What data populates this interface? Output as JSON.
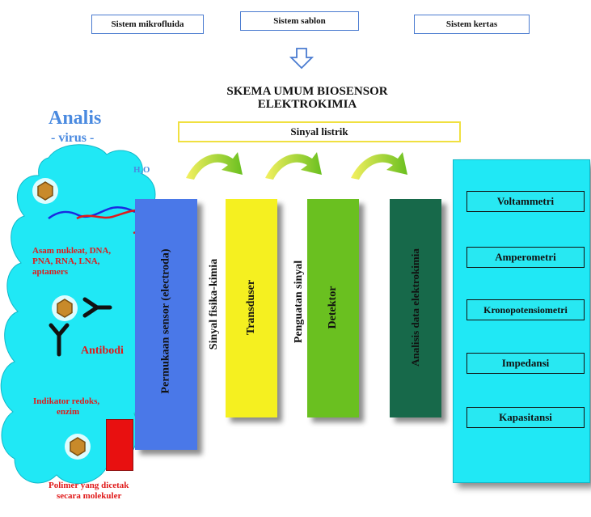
{
  "top_boxes": [
    "Sistem mikrofluida",
    "Sistem sablon",
    "Sistem kertas"
  ],
  "title_line1": "SKEMA UMUM BIOSENSOR",
  "title_line2": "ELEKTROKIMIA",
  "signal": "Sinyal listrik",
  "analyte": {
    "title": "Analis",
    "subtitle": "- virus -",
    "water": "H₂O",
    "nucleic": [
      "Asam nukleat, DNA,",
      "PNA, RNA, LNA,",
      "aptamers"
    ],
    "antibody": "Antibodi",
    "indicator": [
      "Indikator redoks,",
      "enzim"
    ],
    "polymer": [
      "Polimer yang dicetak",
      "secara molekuler"
    ]
  },
  "bars": {
    "sensor": "Permukaan sensor (electroda)",
    "transducer": "Transduser",
    "detector": "Detektor",
    "analysis": "Analisis data elektrokimia"
  },
  "between": {
    "signal1": "Sinyal fisika-kimia",
    "signal2": "Penguatan sinyal"
  },
  "methods": [
    "Voltammetri",
    "Amperometri",
    "Kronopotensiometri",
    "Impedansi",
    "Kapasitansi"
  ],
  "colors": {
    "cloud": "#20e8f5",
    "sensor": "#4a78e8",
    "transducer": "#f5f020",
    "detector": "#6ac020",
    "analysis": "#17694a",
    "methods_bg": "#20e8f5",
    "red_label": "#e01a1a",
    "analyte_title": "#4a8ae0"
  }
}
